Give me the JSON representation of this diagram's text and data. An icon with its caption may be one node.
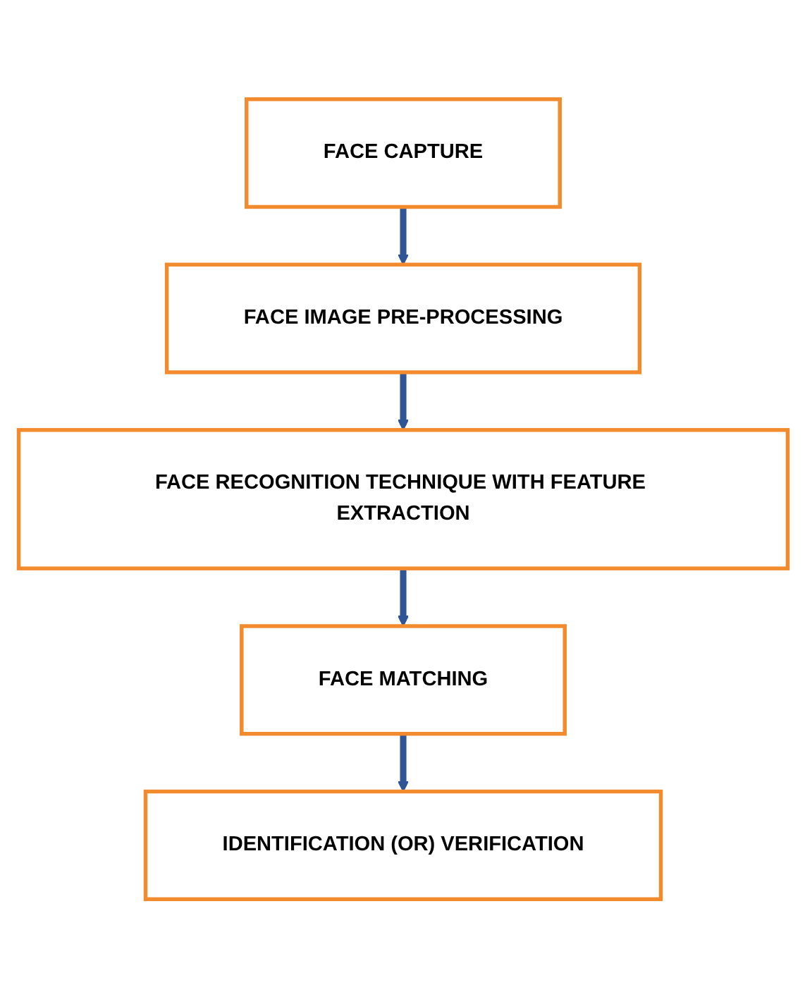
{
  "diagram": {
    "nodes": [
      {
        "text": [
          "FACE CAPTURE"
        ]
      },
      {
        "text": [
          "FACE IMAGE PRE-PROCESSING"
        ]
      },
      {
        "text": [
          "FACE RECOGNITION TECHNIQUE WITH FEATURE EXTRACTION"
        ]
      },
      {
        "text": [
          "FACE MATCHING"
        ]
      },
      {
        "text": [
          "IDENTIFICATION (OR) VERIFICATION"
        ]
      }
    ],
    "edges": [
      {
        "from": 0,
        "to": 1,
        "arrow": "to"
      },
      {
        "from": 1,
        "to": 2,
        "arrow": "to"
      },
      {
        "from": 2,
        "to": 3,
        "arrow": "to"
      },
      {
        "from": 3,
        "to": 4,
        "arrow": "to"
      }
    ]
  }
}
